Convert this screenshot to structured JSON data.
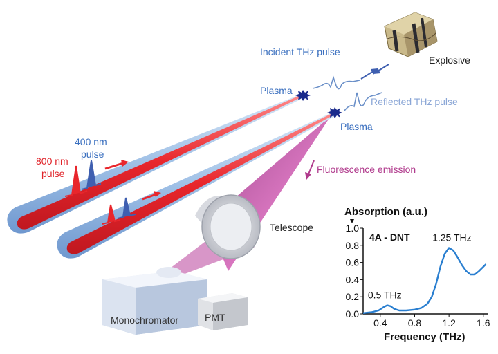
{
  "labels": {
    "incident": "Incident THz pulse",
    "explosive": "Explosive",
    "plasma_top": "Plasma",
    "plasma_bottom": "Plasma",
    "reflected": "Reflected THz pulse",
    "pulse_400_l1": "400 nm",
    "pulse_400_l2": "pulse",
    "pulse_800_l1": "800 nm",
    "pulse_800_l2": "pulse",
    "fluorescence": "Fluorescence emission",
    "telescope": "Telescope",
    "monochromator": "Monochromator",
    "pmt": "PMT"
  },
  "colors": {
    "red_beam": "#e8262c",
    "blue_beam": "#8fb4e0",
    "magenta_cone": "#c0409a",
    "plasma": "#1a2a8c",
    "label_blue": "#3a6fbf",
    "label_red": "#e0242a",
    "label_magenta": "#b03a8c",
    "curve": "#2a7fd0"
  },
  "chart_data": {
    "type": "line",
    "title": "Absorption (a.u.)",
    "xlabel": "Frequency (THz)",
    "ylabel": "Absorption (a.u.)",
    "xlim": [
      0.2,
      1.65
    ],
    "ylim": [
      0.0,
      1.0
    ],
    "xticks": [
      "0.4",
      "0.8",
      "1.2",
      "1.6"
    ],
    "yticks": [
      "0.0",
      "0.2",
      "0.4",
      "0.6",
      "0.8",
      "1.0"
    ],
    "series": [
      {
        "name": "4A - DNT",
        "x": [
          0.2,
          0.3,
          0.38,
          0.44,
          0.48,
          0.52,
          0.56,
          0.62,
          0.7,
          0.8,
          0.88,
          0.95,
          1.0,
          1.05,
          1.1,
          1.15,
          1.2,
          1.25,
          1.3,
          1.35,
          1.4,
          1.45,
          1.5,
          1.55,
          1.6,
          1.63
        ],
        "y": [
          0.01,
          0.02,
          0.04,
          0.08,
          0.1,
          0.09,
          0.06,
          0.04,
          0.04,
          0.05,
          0.07,
          0.12,
          0.2,
          0.35,
          0.55,
          0.7,
          0.77,
          0.74,
          0.66,
          0.57,
          0.5,
          0.46,
          0.46,
          0.5,
          0.55,
          0.58
        ]
      }
    ],
    "annotations": [
      {
        "text": "0.5 THz",
        "x": 0.5,
        "y": 0.1
      },
      {
        "text": "1.25 THz",
        "x": 1.25,
        "y": 0.77
      }
    ]
  }
}
